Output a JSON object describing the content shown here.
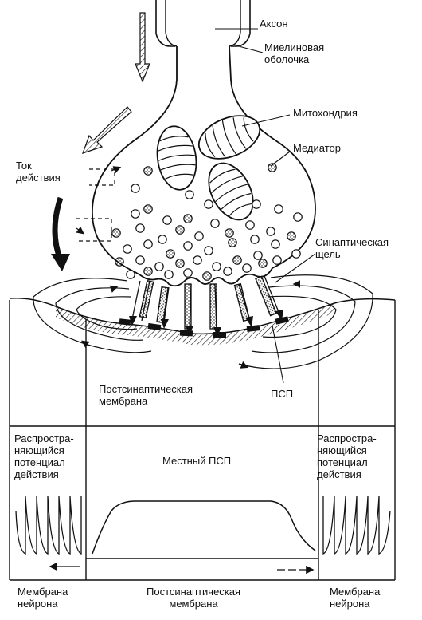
{
  "labels": {
    "axon": "Аксон",
    "myelin": "Миелиновая\nоболочка",
    "mitochondria": "Митохондрия",
    "mediator": "Медиатор",
    "action_current": "Ток\nдействия",
    "synaptic_cleft": "Синаптическая\nщель",
    "postsynaptic_membrane_upper": "Постсинаптическая\nмембрана",
    "psp": "ПСП",
    "propagating_left": "Распростра-\nняющийся\nпотенциал\nдействия",
    "propagating_right": "Распростра-\nняющийся\nпотенциал\nдействия",
    "local_psp": "Местный ПСП",
    "neuron_membrane_left": "Мембрана\nнейрона",
    "postsynaptic_membrane_lower": "Постсинаптическая\nмембрана",
    "neuron_membrane_right": "Мембрана\nнейрона"
  },
  "colors": {
    "ink": "#111111",
    "background": "#ffffff"
  }
}
